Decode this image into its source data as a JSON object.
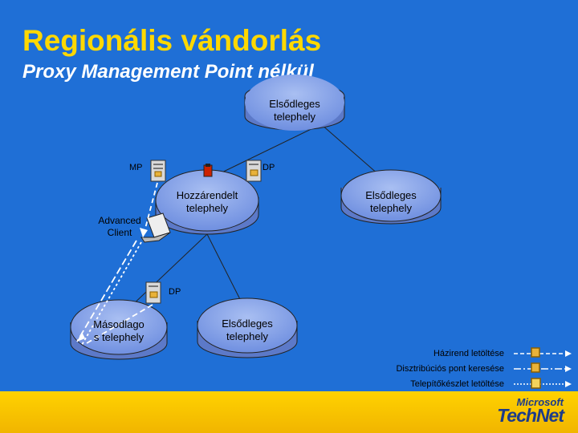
{
  "slide": {
    "title": "Regionális vándorlás",
    "subtitle": "Proxy Management Point nélkül"
  },
  "sites": {
    "top": "Elsődleges telephely",
    "center": "Hozzárendelt telephely",
    "right": "Elsődleges telephely",
    "secondary": "Másodlagos telephely",
    "bottom": "Elsődleges telephely"
  },
  "servers": {
    "mp": "MP",
    "dp_top": "DP",
    "dp_bottom": "DP"
  },
  "client": {
    "label": "Advanced Client"
  },
  "legend": {
    "policy": "Házirend letöltése",
    "dp_lookup": "Disztribúciós pont keresése",
    "package": "Telepítőkészlet letöltése"
  },
  "branding": {
    "microsoft": "Microsoft",
    "technet": "TechNet"
  },
  "colors": {
    "background": "#1f6fd6",
    "title": "#ffd800",
    "site_fill": "#7f9fe8",
    "footer": "#f5c300"
  }
}
